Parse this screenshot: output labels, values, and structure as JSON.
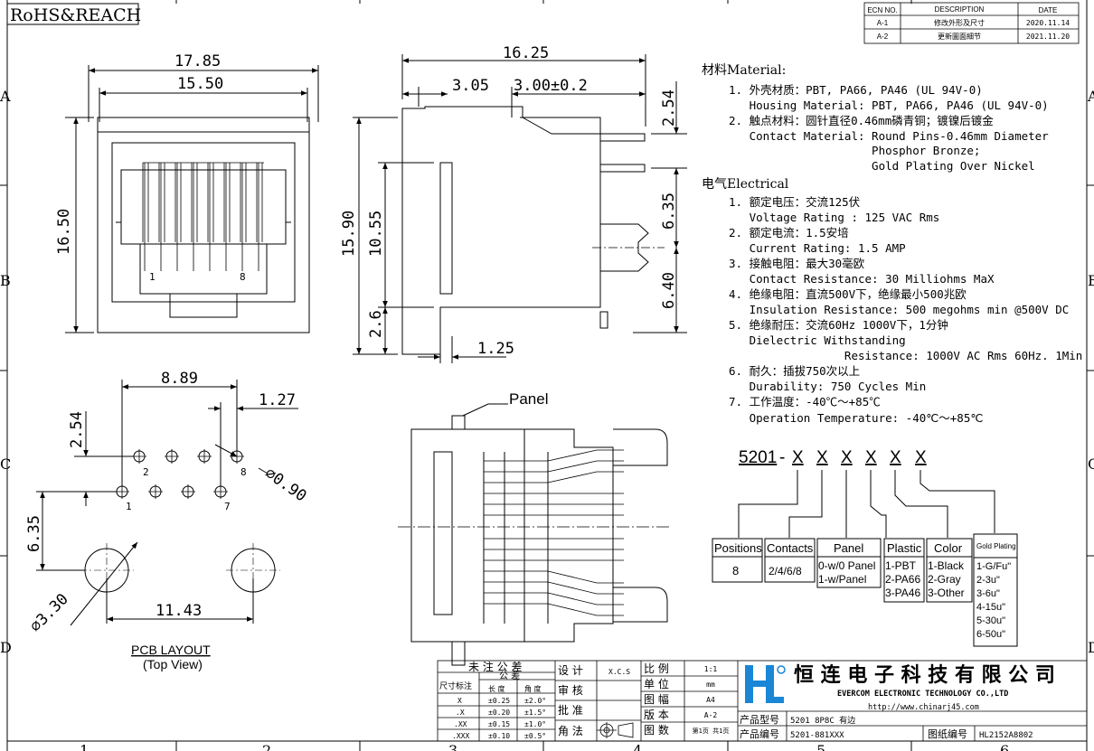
{
  "header": {
    "rohs": "RoHS&REACH"
  },
  "revision": {
    "headers": [
      "ECN NO.",
      "DESCRIPTION",
      "DATE"
    ],
    "rows": [
      [
        "A-1",
        "修改外形及尺寸",
        "2020.11.14"
      ],
      [
        "A-2",
        "更新圖面細节",
        "2021.11.20"
      ]
    ]
  },
  "zones": {
    "rows": [
      "A",
      "B",
      "C",
      "D"
    ],
    "cols": [
      "1",
      "2",
      "3",
      "4",
      "5",
      "6"
    ]
  },
  "front_view": {
    "w_outer": "17.85",
    "w_inner": "15.50",
    "h": "16.50",
    "pin1": "1",
    "pin8": "8"
  },
  "side_view": {
    "length": "16.25",
    "d305": "3.05",
    "d300": "3.00±0.2",
    "d254": "2.54",
    "d635": "6.35",
    "d640": "6.40",
    "h1590": "15.90",
    "h1055": "10.55",
    "h26": "2.6",
    "d125": "1.25"
  },
  "pcb": {
    "d889": "8.89",
    "d127": "1.27",
    "d254": "2.54",
    "d635": "6.35",
    "d1143": "11.43",
    "hole_small": "⌀0.90",
    "hole_big": "⌀3.30",
    "pin1": "1",
    "pin2": "2",
    "pin7": "7",
    "pin8": "8",
    "title": "PCB LAYOUT",
    "subtitle": "(Top View)"
  },
  "section": {
    "panel_label": "Panel"
  },
  "specs": {
    "material_title": "材料Material:",
    "material": [
      "1. 外壳材质：PBT, PA66, PA46 (UL 94V-0)",
      "   Housing Material: PBT, PA66, PA46 (UL 94V-0)",
      "2. 触点材料：圆针直径0.46mm磷青铜；镀镍后镀金",
      "   Contact Material: Round Pins-0.46mm Diameter",
      "                     Phosphor Bronze;",
      "                     Gold Plating Over Nickel"
    ],
    "electrical_title": "电气Electrical",
    "electrical": [
      "1. 额定电压：交流125伏",
      "   Voltage Rating : 125 VAC Rms",
      "2. 额定电流：1.5安培",
      "   Current Rating: 1.5 AMP",
      "3. 接触电阻：最大30毫欧",
      "   Contact Resistance: 30 Milliohms MaX",
      "4. 绝缘电阻：直流500V下，绝缘最小500兆欧",
      "   Insulation Resistance: 500 megohms min @500V DC",
      "5. 绝缘耐压：交流60Hz 1000V下，1分钟",
      "   Dielectric Withstanding",
      "                 Resistance: 1000V AC Rms 60Hz. 1Min",
      "6. 耐久：插拔750次以上",
      "   Durability: 750 Cycles Min",
      "7. 工作温度：-40℃～+85℃",
      "   Operation Temperature: -40℃～+85℃"
    ]
  },
  "part_number": {
    "code": "5201",
    "sep": "-",
    "x": "X",
    "boxes": [
      {
        "title": "Positions",
        "values": [
          "8"
        ]
      },
      {
        "title": "Contacts",
        "values": [
          "2/4/6/8"
        ]
      },
      {
        "title": "Panel",
        "values": [
          "0-w/0 Panel",
          "1-w/Panel"
        ]
      },
      {
        "title": "Plastic",
        "values": [
          "1-PBT",
          "2-PA66",
          "3-PA46"
        ]
      },
      {
        "title": "Color",
        "values": [
          "1-Black",
          "2-Gray",
          "3-Other"
        ]
      },
      {
        "title": "Gold Plating",
        "values": [
          "1-G/Fu\"",
          "2-3u\"",
          "3-6u\"",
          "4-15u\"",
          "5-30u\"",
          "6-50u\""
        ]
      }
    ]
  },
  "title_block": {
    "tol_title": "未 注 公 差",
    "tol_sub": "公    差",
    "tol_row_label": "尺寸标注",
    "tol_cols": [
      "长  度",
      "角  度"
    ],
    "tol_rows": [
      [
        "X",
        "±0.25",
        "±2.0°"
      ],
      [
        ".X",
        "±0.20",
        "±1.5°"
      ],
      [
        ".XX",
        "±0.15",
        "±1.0°"
      ],
      [
        ".XXX",
        "±0.10",
        "±0.5°"
      ]
    ],
    "sign_labels": [
      "设  计",
      "审  核",
      "批  准",
      "角  法"
    ],
    "design_val": "X.C.S",
    "info_labels": [
      "比  例",
      "单  位",
      "图  幅",
      "版  本",
      "图  数"
    ],
    "info_values": [
      "1:1",
      "mm",
      "A4",
      "A-2",
      "第1页 共1页"
    ],
    "company_cn": "恒 连 电 子 科 技 有 限 公 司",
    "company_en": "EVERCOM ELECTRONIC TECHNOLOGY CO.,LTD",
    "url": "http://www.chinarj45.com",
    "model_label": "产品型号",
    "model_value": "5201 8P8C 有边",
    "pn_label": "产品编号",
    "pn_value": "5201-881XXX",
    "dwg_label": "图纸编号",
    "dwg_value": "HL2152A8802"
  }
}
